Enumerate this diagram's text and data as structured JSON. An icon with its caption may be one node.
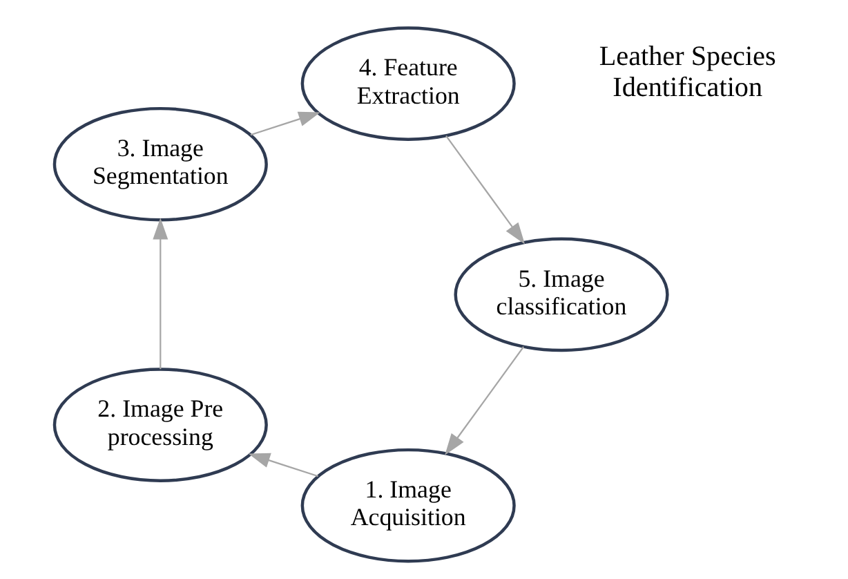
{
  "diagram": {
    "nodes": [
      {
        "text": [
          "1. Image Acquisition"
        ]
      },
      {
        "text": [
          "2. Image Pre processing"
        ]
      },
      {
        "text": [
          "3. Image Segmentation"
        ]
      },
      {
        "text": [
          "4. Feature Extraction"
        ]
      },
      {
        "text": [
          "5. Image classification"
        ]
      }
    ],
    "edges": [
      {
        "from": 0,
        "to": 1,
        "arrow": "to"
      },
      {
        "from": 1,
        "to": 2,
        "arrow": "to"
      },
      {
        "from": 2,
        "to": 3,
        "arrow": "to"
      },
      {
        "from": 3,
        "to": 4,
        "arrow": "to"
      },
      {
        "from": 4,
        "to": 0,
        "arrow": "to"
      }
    ],
    "labels": [
      "Leather Species Identification"
    ]
  }
}
